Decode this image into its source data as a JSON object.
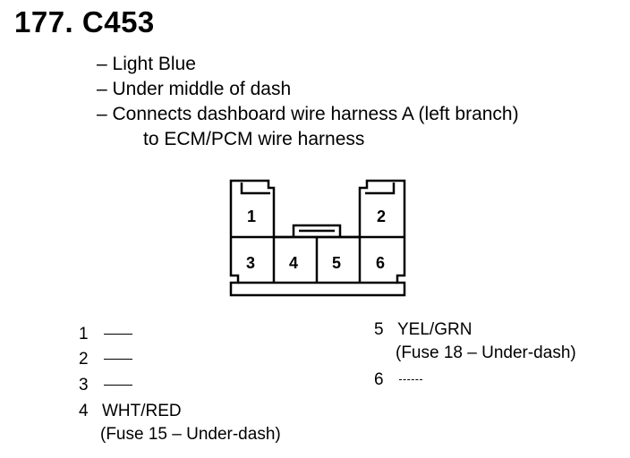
{
  "title": "177. C453",
  "details": {
    "color": "– Light Blue",
    "location": "– Under middle of dash",
    "connects_line1": "– Connects dashboard wire harness A (left branch)",
    "connects_line2": "to ECM/PCM wire harness"
  },
  "pins": {
    "p1": "1",
    "p2": "2",
    "p3": "3",
    "p4": "4",
    "p5": "5",
    "p6": "6"
  },
  "wires": {
    "w1": {
      "num": "1",
      "value": ""
    },
    "w2": {
      "num": "2",
      "value": ""
    },
    "w3": {
      "num": "3",
      "value": ""
    },
    "w4": {
      "num": "4",
      "value": "WHT/RED",
      "note": "(Fuse 15 – Under-dash)"
    },
    "w5": {
      "num": "5",
      "value": "YEL/GRN",
      "note": "(Fuse 18 – Under-dash)"
    },
    "w6": {
      "num": "6",
      "value": ""
    }
  }
}
